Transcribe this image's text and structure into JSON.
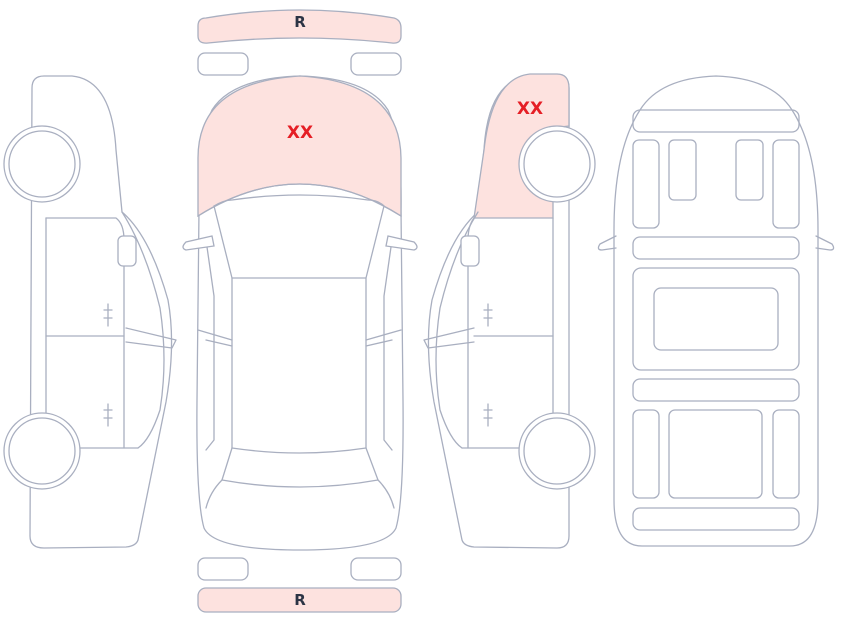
{
  "colors": {
    "outline": "#a9afc0",
    "damage_fill": "#fde2df",
    "damage_text": "#e51e25",
    "bumper_text": "#2c3445",
    "background": "#ffffff"
  },
  "diagram": {
    "front_bumper": {
      "label": "R",
      "damaged": true
    },
    "rear_bumper": {
      "label": "R",
      "damaged": true
    },
    "hood": {
      "label": "XX",
      "damaged": true
    },
    "right_fender": {
      "label": "XX",
      "damaged": true
    }
  }
}
